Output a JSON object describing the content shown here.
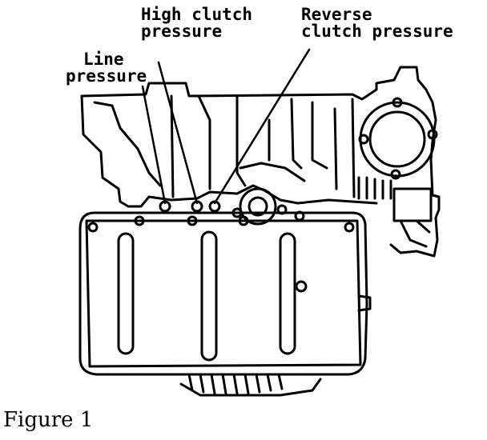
{
  "labels": {
    "high_clutch": [
      "High clutch",
      "pressure"
    ],
    "reverse_clutch": [
      "Reverse",
      "clutch pressure"
    ],
    "line": [
      "Line",
      "pressure"
    ]
  },
  "caption": "Figure 1",
  "colors": {
    "ink": "#000000",
    "paper": "#ffffff"
  }
}
